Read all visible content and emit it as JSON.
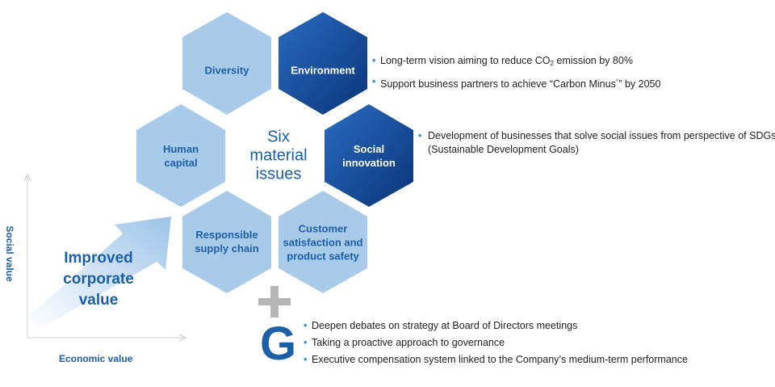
{
  "center": {
    "label": "Six\nmaterial\nissues"
  },
  "hexagons": [
    {
      "id": "diversity",
      "label": "Diversity",
      "style": "light"
    },
    {
      "id": "environment",
      "label": "Environment",
      "style": "dark"
    },
    {
      "id": "human-capital",
      "label": "Human\ncapital",
      "style": "light"
    },
    {
      "id": "social-innovation",
      "label": "Social\ninnovation",
      "style": "dark"
    },
    {
      "id": "responsible-supply-chain",
      "label": "Responsible\nsupply chain",
      "style": "light"
    },
    {
      "id": "customer-satisfaction",
      "label": "Customer\nsatisfaction and\nproduct safety",
      "style": "light"
    }
  ],
  "environment_bullets": {
    "line1_prefix": "Long-term vision aiming to reduce CO",
    "line1_subscript": "2",
    "line1_suffix": " emission by 80%",
    "line2_prefix": "Support business partners to achieve “Carbon Minus",
    "line2_footnote_mark": "*",
    "line2_suffix": "” by 2050"
  },
  "social_bullets": {
    "line1": "Development of businesses that solve social issues from perspective of SDGs",
    "line2": "(Sustainable Development Goals)"
  },
  "governance": {
    "letter": "G",
    "plus_sign": "+",
    "bullets": [
      "Deepen debates on strategy at Board of Directors meetings",
      "Taking a proactive approach to governance",
      "Executive compensation system linked to the Company’s medium-term performance"
    ]
  },
  "axes": {
    "y_label": "Social value",
    "x_label": "Economic value"
  },
  "arrow_label": "Improved\ncorporate\nvalue",
  "bullet_glyph": "•",
  "colors": {
    "light_hex": "#a9cbea",
    "dark_hex_start": "#1f5fb0",
    "dark_hex_end": "#0b3a7e",
    "accent_text": "#1b5fa8",
    "plus_gray": "#b5b5b5"
  }
}
